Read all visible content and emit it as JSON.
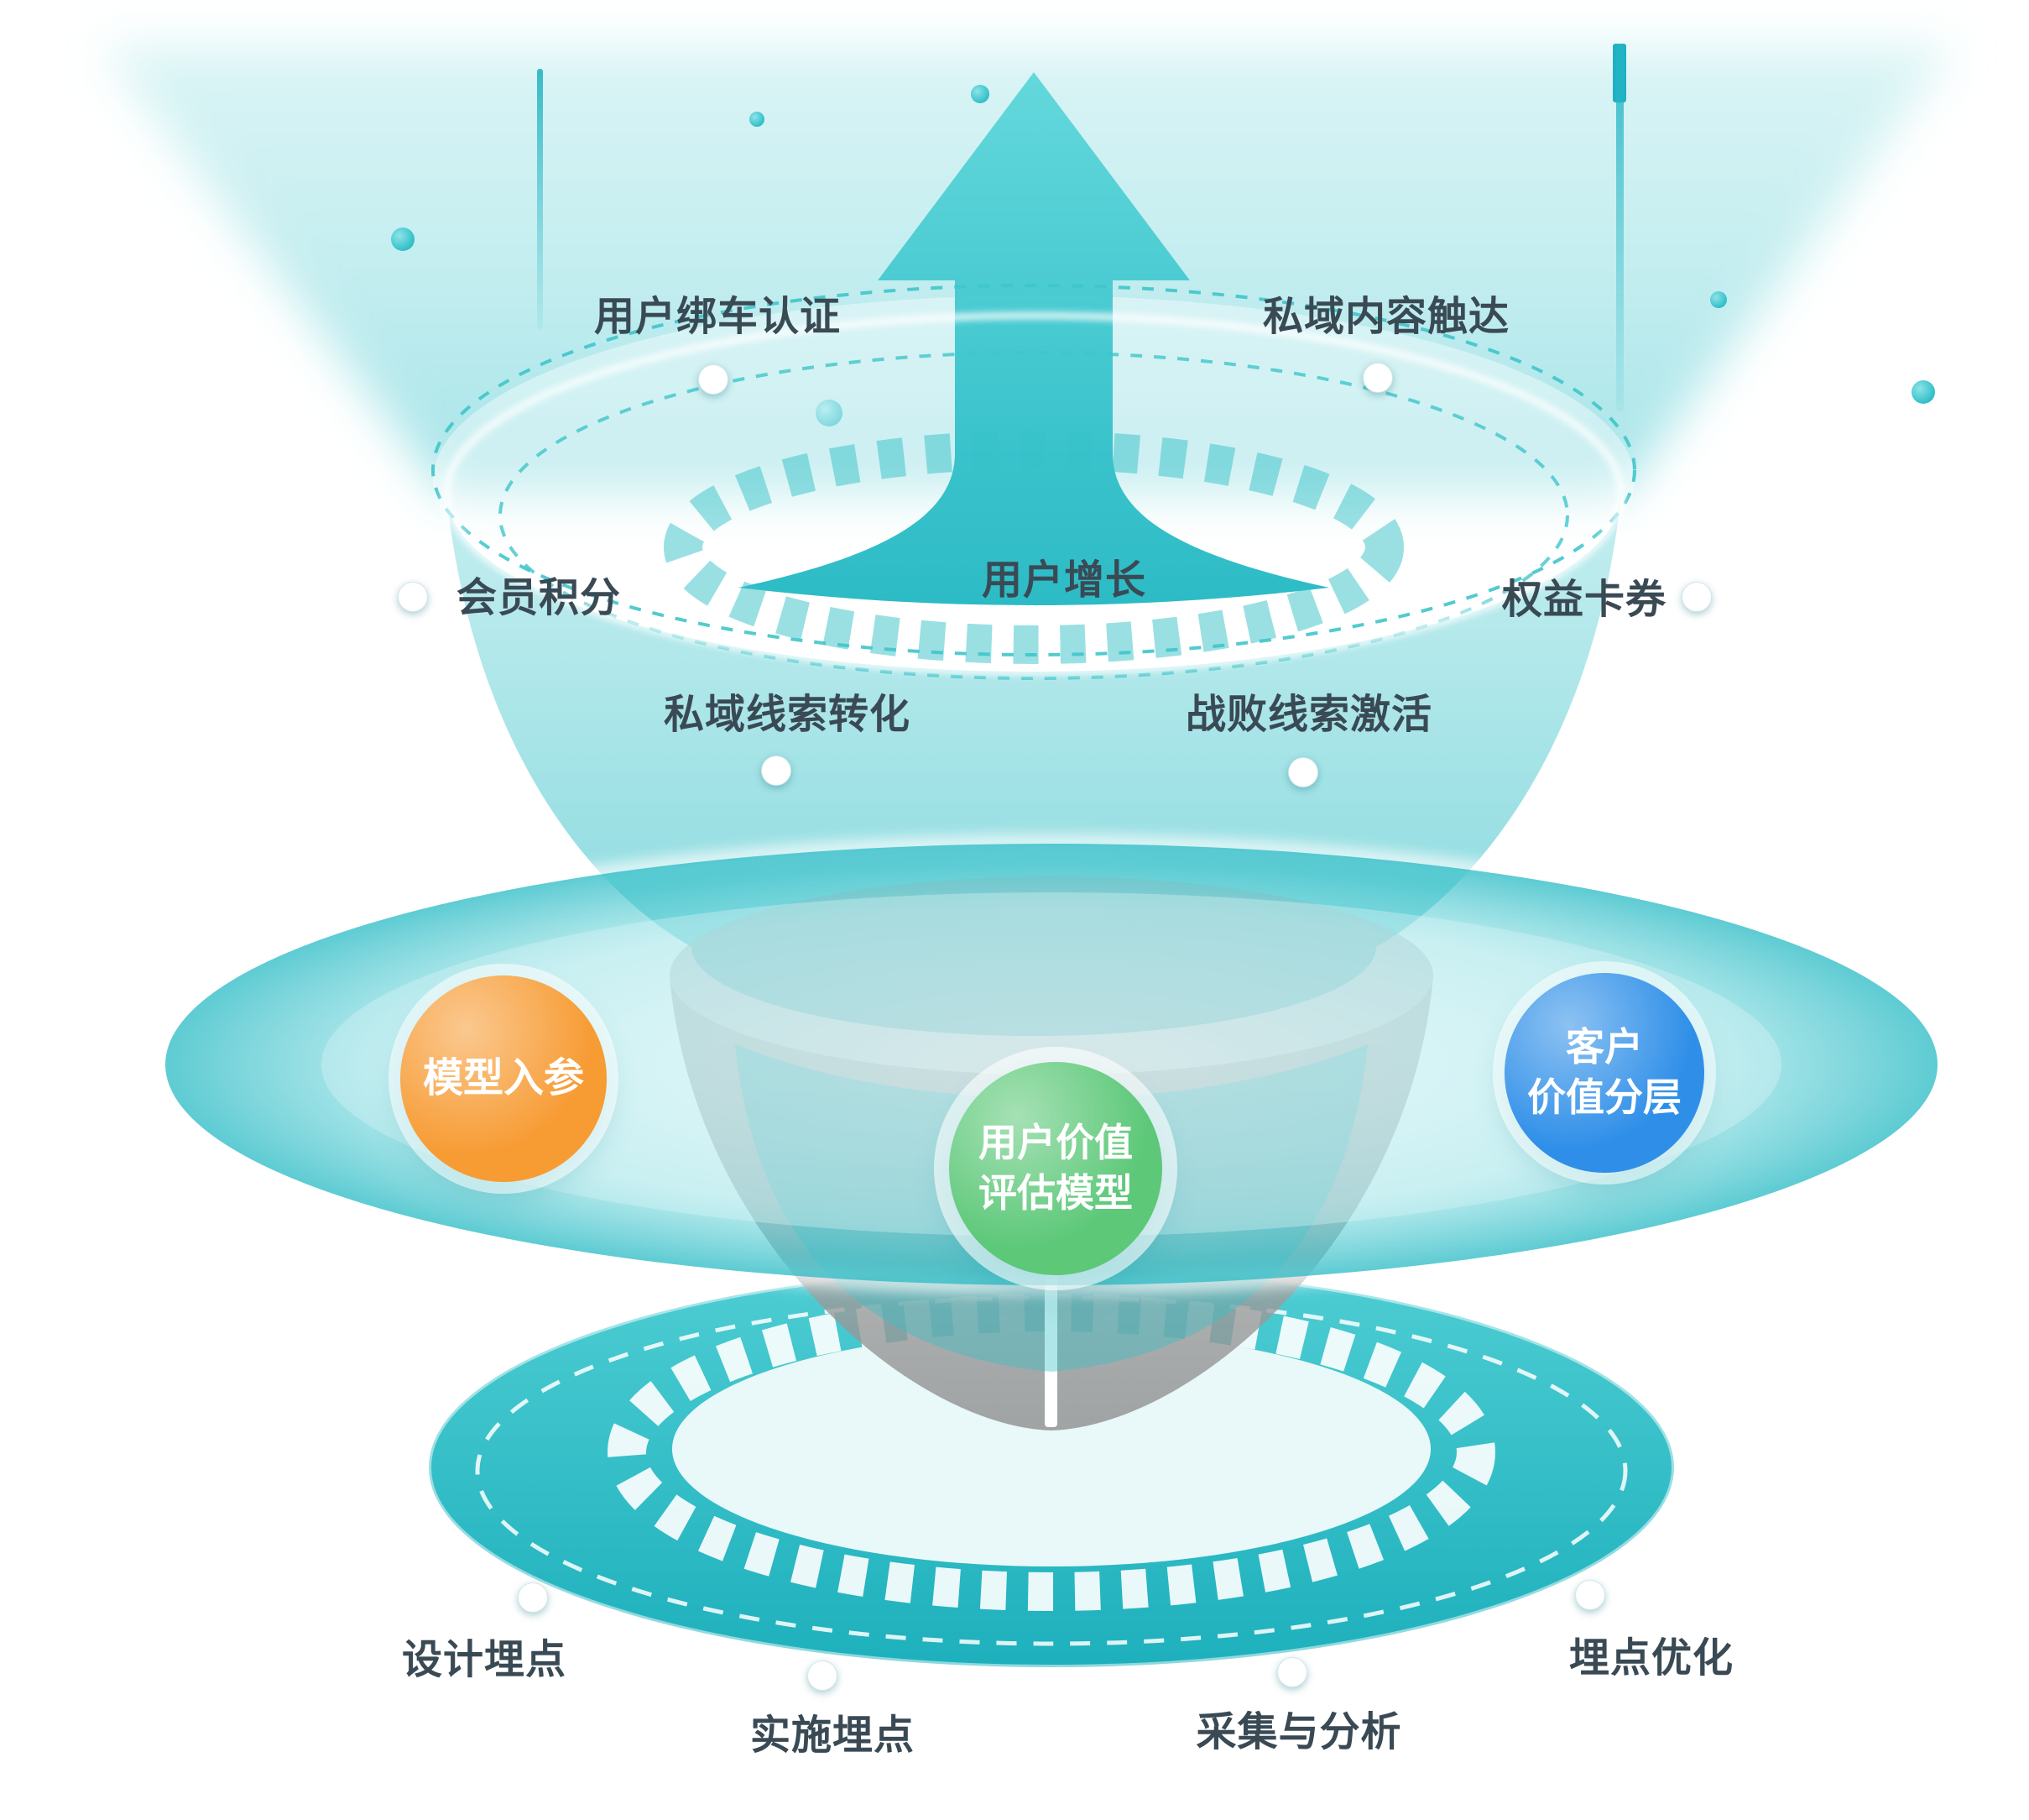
{
  "colors": {
    "accent-teal": "#2fc1c8",
    "node-orange": "#f79b33",
    "node-green": "#5cc878",
    "node-blue": "#2f8fe8",
    "label-text": "#3a4a55"
  },
  "funnel": {
    "top_ring": {
      "center_label": "用户增长",
      "labels": {
        "bind_car": "用户绑车认证",
        "private_content": "私域内容触达",
        "member_points": "会员积分",
        "rights_coupons": "权益卡券",
        "private_lead_conversion": "私域线索转化",
        "lost_lead_activation": "战败线索激活"
      }
    },
    "model_ring": {
      "model_input": "模型入参",
      "user_value_model": {
        "line1": "用户价值",
        "line2": "评估模型"
      },
      "customer_value_layering": {
        "line1": "客户",
        "line2": "价值分层"
      }
    },
    "tracking_ring": {
      "design_tracking": "设计埋点",
      "implement_tracking": "实施埋点",
      "collect_analyze": "采集与分析",
      "tracking_optimization": "埋点优化"
    }
  }
}
